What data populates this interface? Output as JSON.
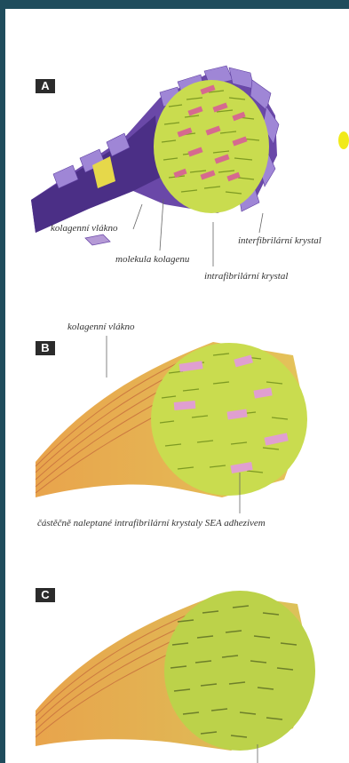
{
  "panels": [
    {
      "letter": "A",
      "labels": {
        "fiber": "kolagenní vlákno",
        "molecule": "molekula kolagenu",
        "interfibrillar": "interfibrilární krystal",
        "intrafibrillar": "intrafibrilární krystal"
      }
    },
    {
      "letter": "B",
      "labels": {
        "fiber": "kolagenní vlákno",
        "etched": "částěčně naleptané intrafibrilární krystaly SEA adhezivem"
      }
    },
    {
      "letter": "C",
      "labels": {}
    }
  ],
  "colors": {
    "background": "#1f4c5c",
    "fibril_yellow": "#d7e35a",
    "fibril_green": "#a9c23a",
    "collagen_pink": "#d66a8f",
    "crystal_purple": "#7b5ab8",
    "stripe_orange": "#e3a24a",
    "accent_yellow": "#f1ea1a"
  }
}
